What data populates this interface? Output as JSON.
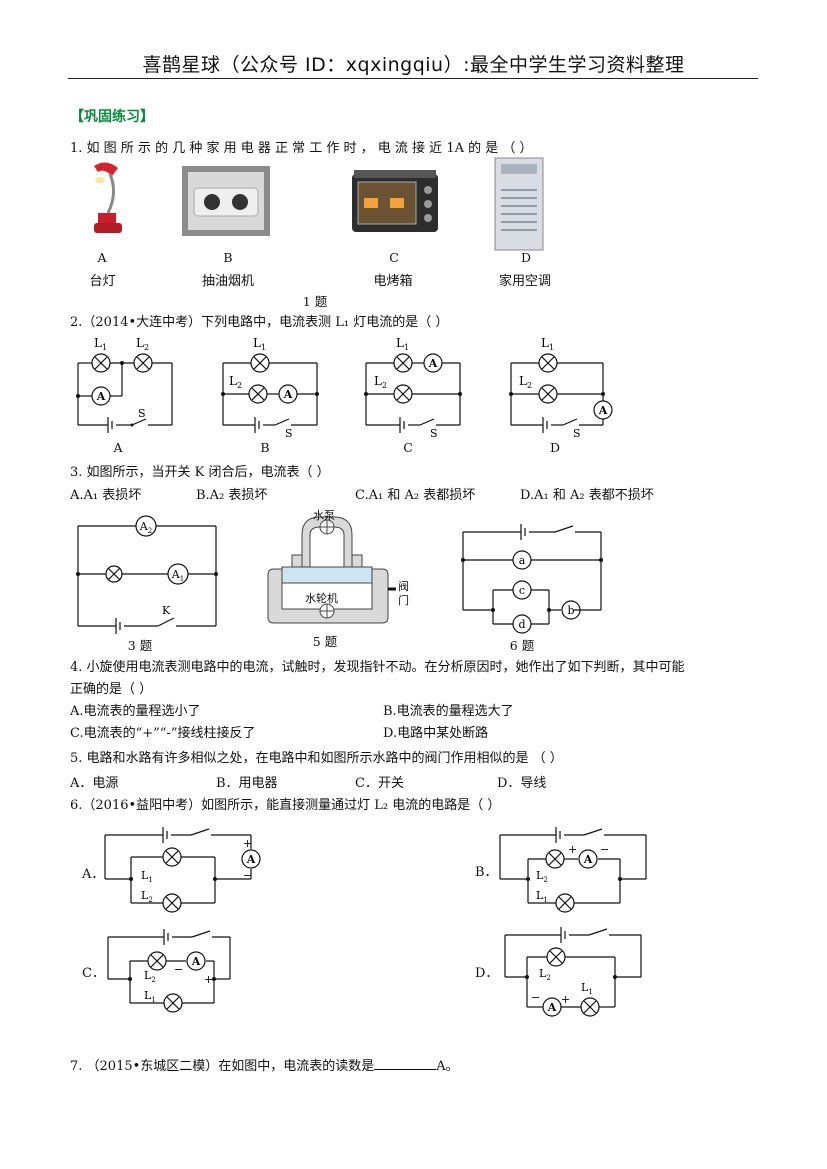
{
  "header": {
    "title": "喜鹊星球（公众号 ID：xqxingqiu）:最全中学生学习资料整理"
  },
  "section": "【巩固练习】",
  "q1": {
    "text": "1.  如 图 所 示 的 几 种 家 用 电 器 正 常 工 作 时 ， 电 流 接 近  1A  的 是 （              ）",
    "options": [
      {
        "letter": "A",
        "name": "台灯"
      },
      {
        "letter": "B",
        "name": "抽油烟机"
      },
      {
        "letter": "C",
        "name": "电烤箱"
      },
      {
        "letter": "D",
        "name": "家用空调"
      }
    ],
    "caption": "1 题"
  },
  "q2": {
    "text": "2.（2014•大连中考）下列电路中，电流表测 L₁ 灯电流的是（      ）",
    "labels": [
      "A",
      "B",
      "C",
      "D"
    ]
  },
  "q3": {
    "text": "3.  如图所示，当开关 K 闭合后，电流表（      ）",
    "options": [
      "A.A₁ 表损坏",
      "B.A₂ 表损坏",
      "C.A₁ 和 A₂ 表都损坏",
      "D.A₁ 和 A₂ 表都不损坏"
    ],
    "cap3": "3  题",
    "cap5": "5  题",
    "cap6": "6  题",
    "pump": "水泵",
    "turbine": "水轮机",
    "valve": "阀门"
  },
  "q4": {
    "text1": "4. 小旋使用电流表测电路中的电流，试触时，发现指针不动。在分析原因时，她作出了如下判断，其中可能",
    "text2": "正确的是（      ）",
    "options": [
      "A.电流表的量程选小了",
      "B.电流表的量程选大了",
      "C.电流表的“+”“-”接线柱接反了",
      "D.电路中某处断路"
    ]
  },
  "q5": {
    "text": "5.  电路和水路有许多相似之处，在电路中和如图所示水路中的阀门作用相似的是      （      ）",
    "options": [
      "A．电源",
      "B．用电器",
      "C．开关",
      "D．导线"
    ]
  },
  "q6": {
    "text": "6.（2016•益阳中考）如图所示，能直接测量通过灯 L₂ 电流的电路是（      ）",
    "labels": [
      "A．",
      "B．",
      "C．",
      "D．"
    ]
  },
  "q7": {
    "text": "7.  （2015•东城区二模）在如图中，电流表的读数是",
    "unit": "A。"
  }
}
